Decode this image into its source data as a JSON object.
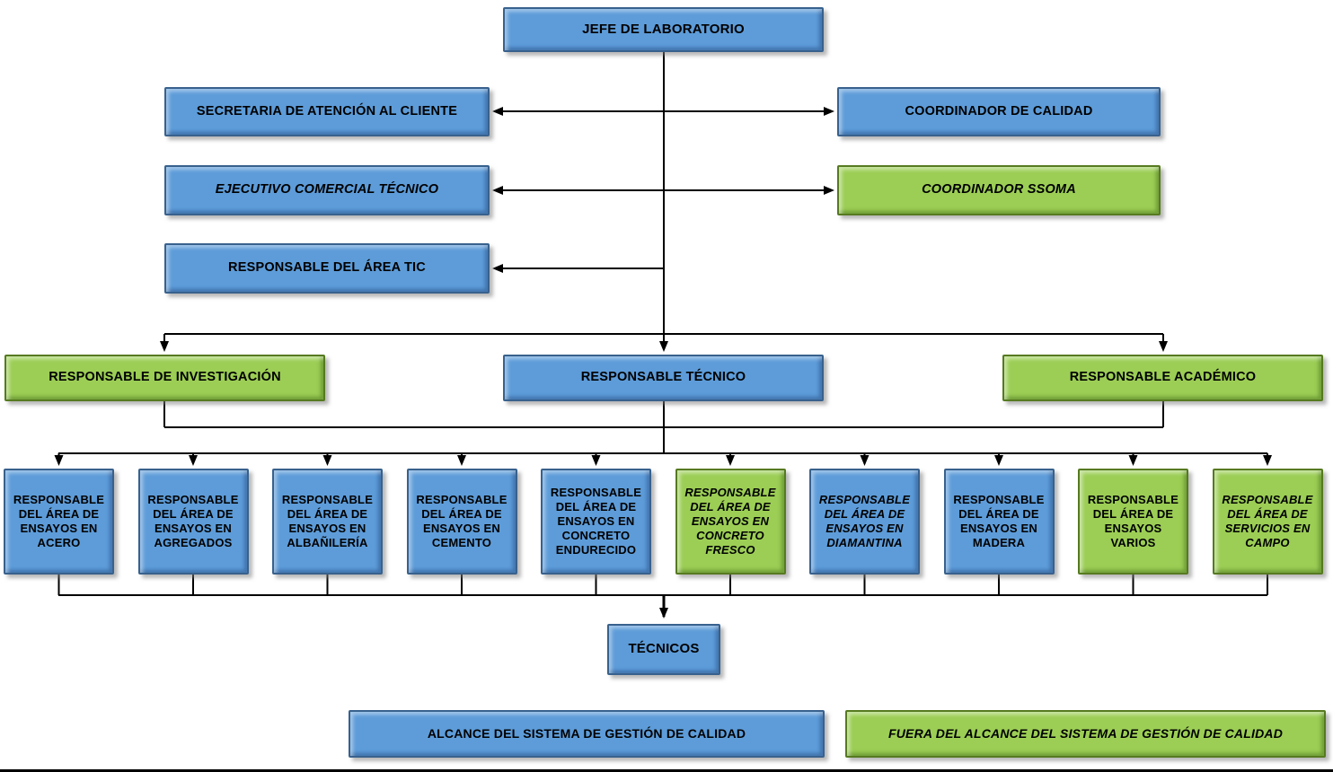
{
  "title": "Organigrama de laboratorio",
  "colors": {
    "in_scope_fill": "#5d9cd9",
    "in_scope_border": "#38618d",
    "out_scope_fill": "#9cce55",
    "out_scope_border": "#567a20",
    "connector": "#000000",
    "text": "#000000"
  },
  "nodes": {
    "jefe": {
      "label": "JEFE DE LABORATORIO",
      "scope": "in"
    },
    "secretaria": {
      "label": "SECRETARIA DE ATENCIÓN AL CLIENTE",
      "scope": "in"
    },
    "coordinador_calidad": {
      "label": "COORDINADOR DE CALIDAD",
      "scope": "in"
    },
    "ejecutivo_comercial": {
      "label": "EJECUTIVO COMERCIAL TÉCNICO",
      "scope": "in",
      "italic": true
    },
    "coordinador_ssoma": {
      "label": "COORDINADOR SSOMA",
      "scope": "out",
      "italic": true
    },
    "area_tic": {
      "label": "RESPONSABLE DEL ÁREA TIC",
      "scope": "in"
    },
    "investigacion": {
      "label": "RESPONSABLE DE INVESTIGACIÓN",
      "scope": "out"
    },
    "tecnico": {
      "label": "RESPONSABLE TÉCNICO",
      "scope": "in"
    },
    "academico": {
      "label": "RESPONSABLE ACADÉMICO",
      "scope": "out"
    },
    "tecnicos": {
      "label": "TÉCNICOS",
      "scope": "in"
    }
  },
  "areas": [
    {
      "label": "RESPONSABLE DEL ÁREA DE ENSAYOS EN ACERO",
      "scope": "in"
    },
    {
      "label": "RESPONSABLE DEL ÁREA DE ENSAYOS EN AGREGADOS",
      "scope": "in"
    },
    {
      "label": "RESPONSABLE DEL ÁREA DE ENSAYOS EN ALBAÑILERÍA",
      "scope": "in"
    },
    {
      "label": "RESPONSABLE DEL ÁREA DE ENSAYOS EN CEMENTO",
      "scope": "in"
    },
    {
      "label": "RESPONSABLE DEL ÁREA DE ENSAYOS EN CONCRETO ENDURECIDO",
      "scope": "in"
    },
    {
      "label": "RESPONSABLE DEL ÁREA DE ENSAYOS EN CONCRETO FRESCO",
      "scope": "out",
      "italic": true
    },
    {
      "label": "RESPONSABLE DEL ÁREA DE ENSAYOS EN DIAMANTINA",
      "scope": "in",
      "italic": true
    },
    {
      "label": "RESPONSABLE DEL ÁREA DE ENSAYOS EN MADERA",
      "scope": "in"
    },
    {
      "label": "RESPONSABLE DEL ÁREA DE ENSAYOS VARIOS",
      "scope": "out"
    },
    {
      "label": "RESPONSABLE DEL ÁREA DE SERVICIOS EN CAMPO",
      "scope": "out",
      "italic": true
    }
  ],
  "legend": {
    "in_scope": "ALCANCE DEL SISTEMA DE GESTIÓN DE CALIDAD",
    "out_scope": "FUERA DEL ALCANCE DEL SISTEMA DE GESTIÓN DE CALIDAD"
  }
}
